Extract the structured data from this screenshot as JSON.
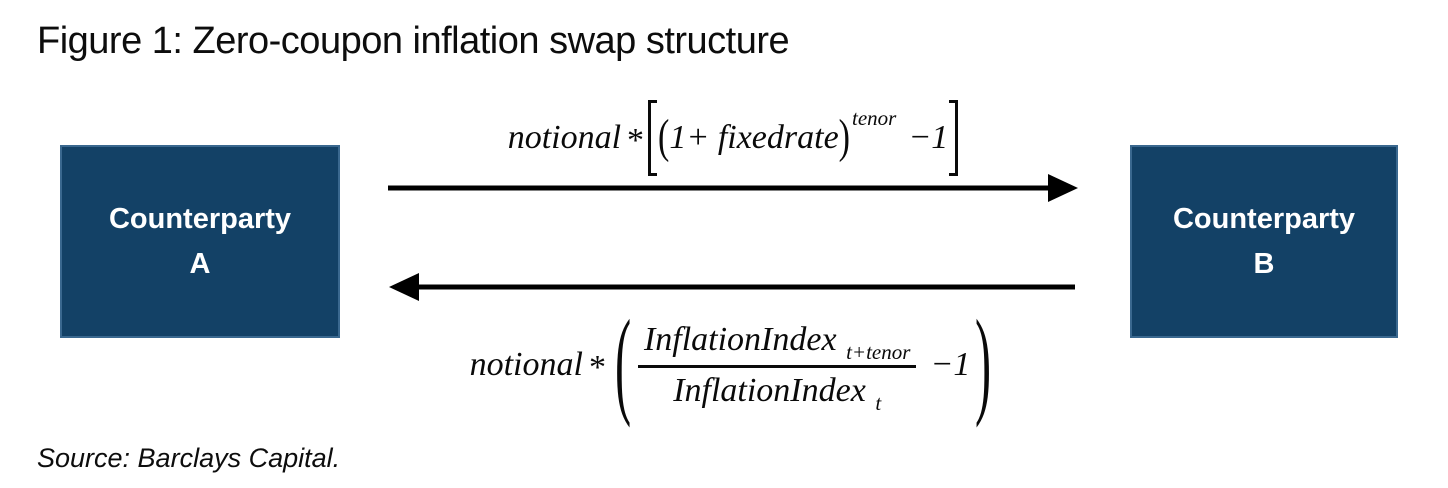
{
  "figure": {
    "title": "Figure 1: Zero-coupon inflation swap structure",
    "source": "Source: Barclays Capital."
  },
  "nodes": {
    "counterparty_a": {
      "line1": "Counterparty",
      "line2": "A"
    },
    "counterparty_b": {
      "line1": "Counterparty",
      "line2": "B"
    }
  },
  "flows": {
    "a_to_b": {
      "direction": "left-to-right",
      "formula_text": "notional * [(1+ fixedrate)^tenor − 1]",
      "parts": {
        "coefficient": "notional",
        "operator": "*",
        "open_paren": "(",
        "base": "1+ fixedrate",
        "close_paren": ")",
        "exponent": "tenor",
        "tail": "−1"
      }
    },
    "b_to_a": {
      "direction": "right-to-left",
      "formula_text": "notional * ( InflationIndex_(t+tenor) / InflationIndex_t − 1 )",
      "parts": {
        "coefficient": "notional",
        "operator": "*",
        "open_paren": "(",
        "numerator": "InflationIndex",
        "numerator_sub": "t+tenor",
        "denominator": "InflationIndex",
        "denominator_sub": "t",
        "tail": "−1",
        "close_paren": ")"
      }
    }
  },
  "colors": {
    "node_fill": "#134166",
    "node_border": "#3A688F",
    "node_text": "#FFFFFF",
    "arrow": "#000000",
    "text": "#0D0D0D"
  }
}
